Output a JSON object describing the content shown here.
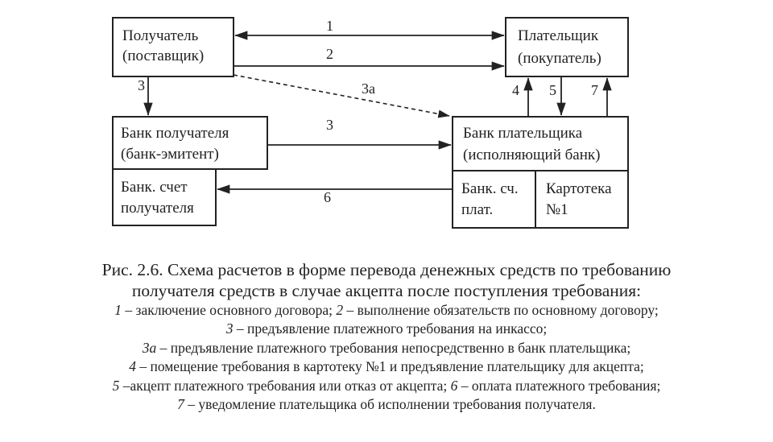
{
  "boxes": {
    "recipient": {
      "line1": "Получатель",
      "line2": "(поставщик)"
    },
    "payer": {
      "line1": "Плательщик",
      "line2": "(покупатель)"
    },
    "recipient_bank": {
      "line1": "Банк получателя",
      "line2": "(банк-эмитент)"
    },
    "recipient_account": {
      "line1": "Банк. счет",
      "line2": "получателя"
    },
    "payer_bank": {
      "line1": "Банк плательщика",
      "line2": "(исполняющий банк)"
    },
    "payer_account": {
      "line1": "Банк. сч.",
      "line2": "плат."
    },
    "card_file": {
      "line1": "Картотека",
      "line2": "№1"
    }
  },
  "edges": {
    "e1": "1",
    "e2": "2",
    "e3_down": "3",
    "e3a": "3а",
    "e3_right": "3",
    "e4": "4",
    "e5": "5",
    "e7": "7",
    "e6": "6"
  },
  "caption": {
    "title_line1": "Рис. 2.6. Схема  расчетов в форме перевода денежных средств по требованию",
    "title_line2": "получателя средств в случае акцепта после поступления требования:",
    "legend": [
      {
        "num": "1",
        "text": " – заключение основного договора;  "
      },
      {
        "num": "2",
        "text": " – выполнение обязательств по основному договору;"
      },
      {
        "num": "3",
        "text": " – предъявление платежного требования на инкассо;"
      },
      {
        "num": "3а",
        "text": " – предъявление платежного требования непосредственно в банк плательщика;"
      },
      {
        "num": "4",
        "text": " – помещение требования в картотеку №1 и предъявление плательщику для акцепта;"
      },
      {
        "num": "5",
        "text": " –акцепт платежного требования или отказ от акцепта; "
      },
      {
        "num": "6",
        "text": " – оплата платежного требования;"
      },
      {
        "num": "7",
        "text": " – уведомление плательщика об исполнении требования получателя."
      }
    ]
  },
  "colors": {
    "ink": "#222222",
    "background": "#ffffff"
  }
}
